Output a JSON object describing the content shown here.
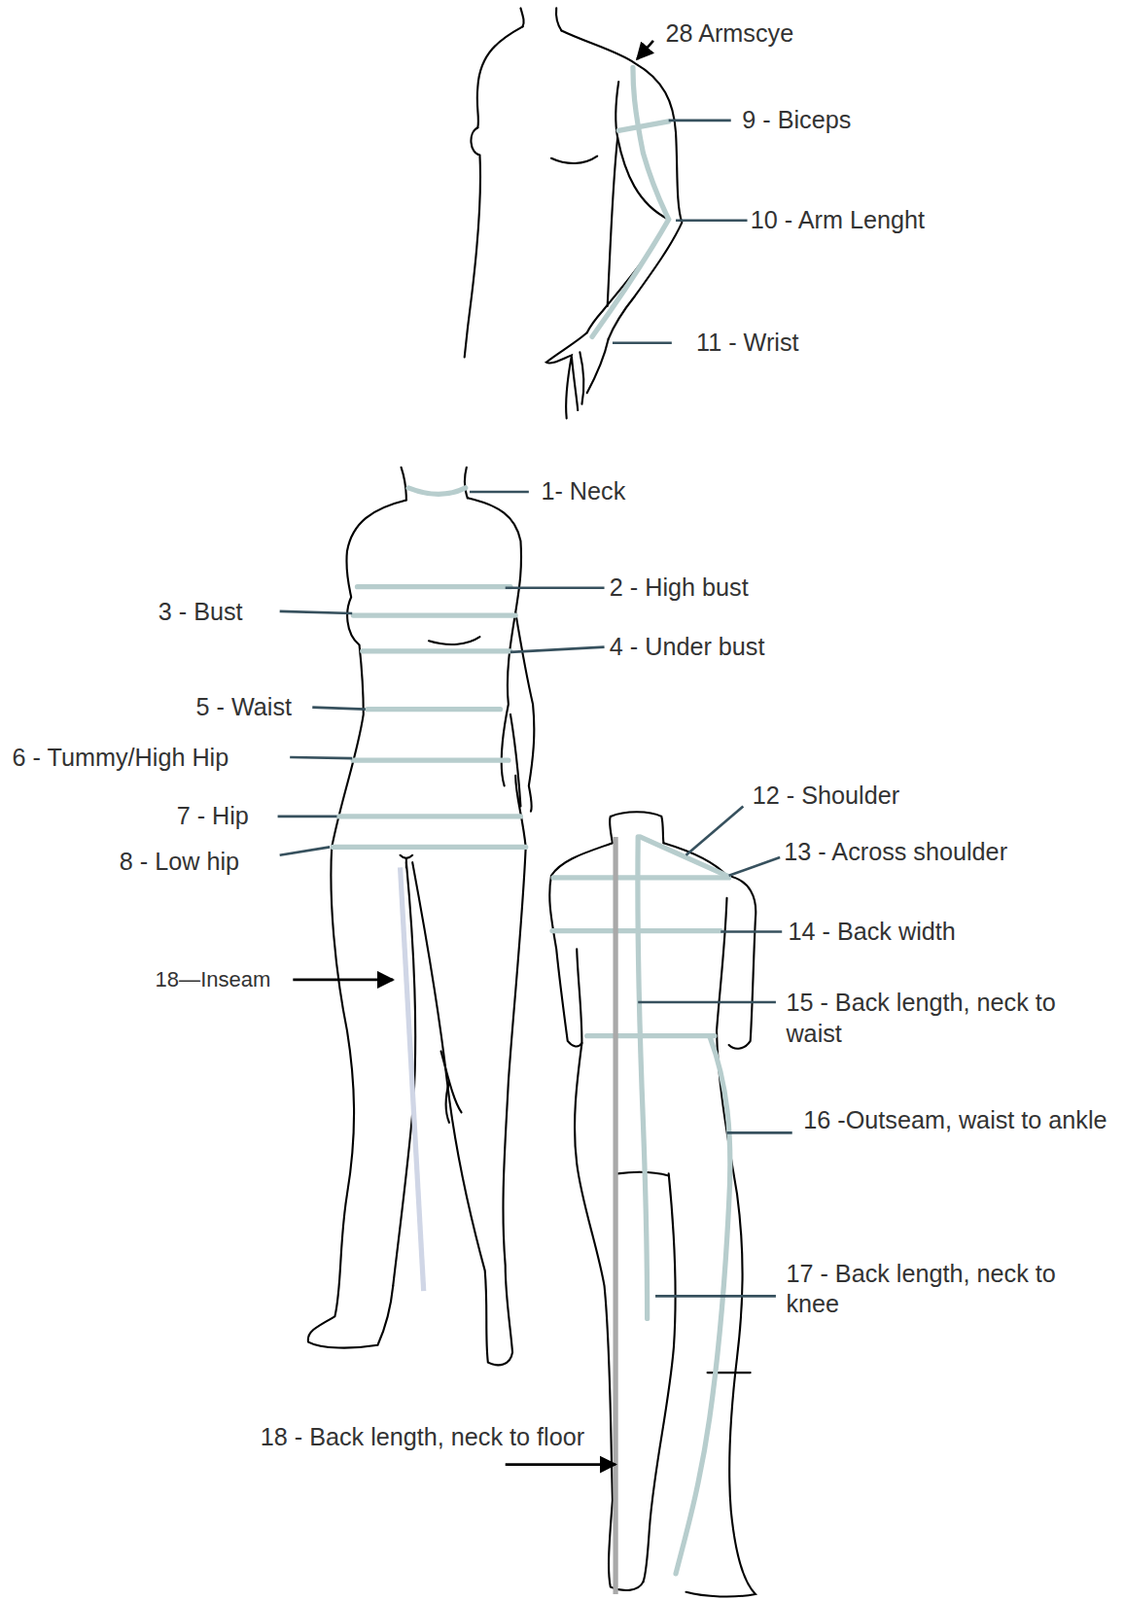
{
  "diagram": {
    "labels": [
      "28 Armscye",
      "9 - Biceps",
      "10 - Arm Lenght",
      "11 - Wrist",
      "1- Neck",
      "2 - High bust",
      "3 - Bust",
      "4 - Under bust",
      "5 - Waist",
      "6 - Tummy/High Hip",
      "7 - Hip",
      "8 - Low hip",
      "18—Inseam",
      "12 - Shoulder",
      "13 - Across shoulder",
      "14 - Back width",
      "15 - Back length, neck to waist",
      "16 -Outseam, waist to ankle",
      "17 - Back length, neck to knee",
      "18 - Back length, neck to floor"
    ]
  }
}
